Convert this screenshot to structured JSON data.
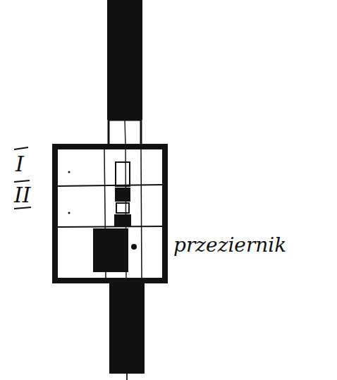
{
  "diagram": {
    "labels": [
      "I",
      "II",
      "przeziernik"
    ]
  }
}
